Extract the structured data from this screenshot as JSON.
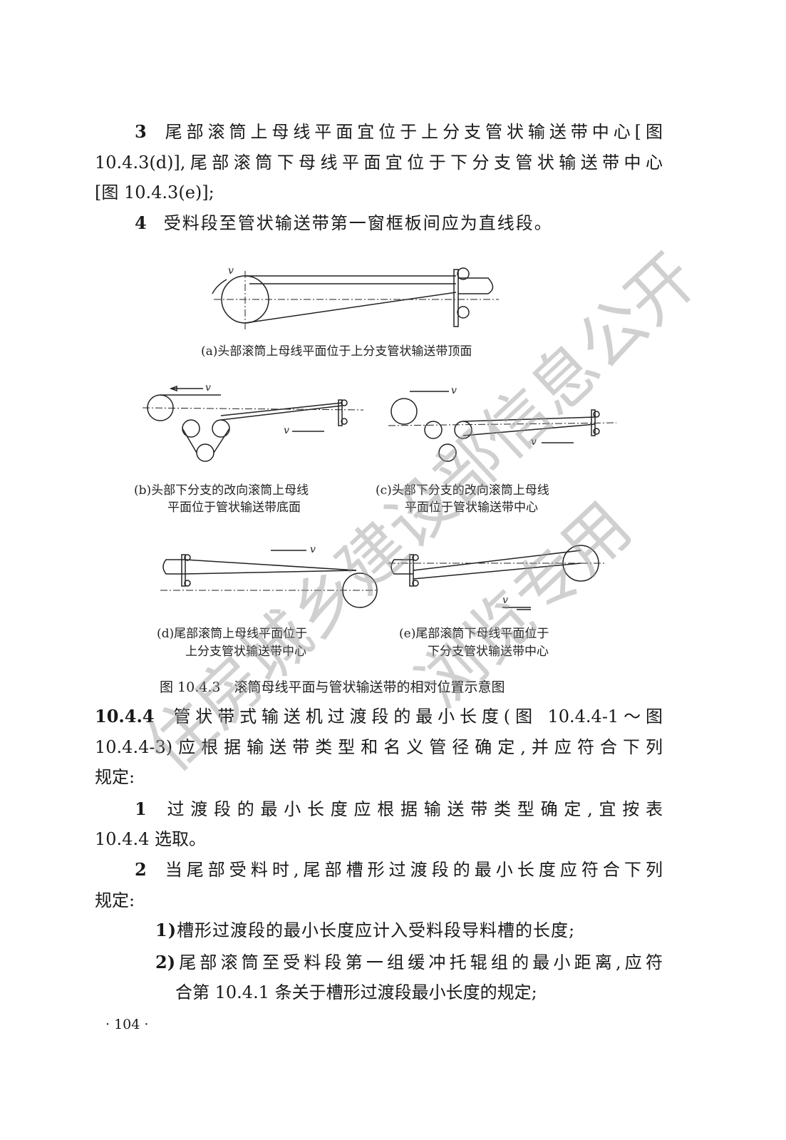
{
  "paragraphs": {
    "p3_num": "3",
    "p3_l1": "尾部滚筒上母线平面宜位于上分支管状输送带中心[图",
    "p3_l2": "10.4.3(d)],尾部滚筒下母线平面宜位于下分支管状输送带中心",
    "p3_l3": "[图 10.4.3(e)];",
    "p4_num": "4",
    "p4_l1": "受料段至管状输送带第一窗框板间应为直线段。",
    "s_num": "10.4.4",
    "s_l1": "管状带式输送机过渡段的最小长度(图 10.4.4-1～图",
    "s_l2": "10.4.4-3)应根据输送带类型和名义管径确定,并应符合下列",
    "s_l3": "规定:",
    "i1_num": "1",
    "i1_l1": "过渡段的最小长度应根据输送带类型确定,宜按表",
    "i1_l2": "10.4.4 选取。",
    "i2_num": "2",
    "i2_l1": "当尾部受料时,尾部槽形过渡段的最小长度应符合下列",
    "i2_l2": "规定:",
    "sub1_num": "1)",
    "sub1_l1": "槽形过渡段的最小长度应计入受料段导料槽的长度;",
    "sub2_num": "2)",
    "sub2_l1": "尾部滚筒至受料段第一组缓冲托辊组的最小距离,应符",
    "sub2_l2": "合第 10.4.1 条关于槽形过渡段最小长度的规定;"
  },
  "figure": {
    "velocity_label": "v",
    "cap_a": "(a)头部滚筒上母线平面位于上分支管状输送带顶面",
    "cap_b1": "(b)头部下分支的改向滚筒上母线",
    "cap_b2": "平面位于管状输送带底面",
    "cap_c1": "(c)头部下分支的改向滚筒上母线",
    "cap_c2": "平面位于管状输送带中心",
    "cap_d1": "(d)尾部滚筒上母线平面位于",
    "cap_d2": "上分支管状输送带中心",
    "cap_e1": "(e)尾部滚筒下母线平面位于",
    "cap_e2": "下分支管状输送带中心",
    "title": "图 10.4.3　滚筒母线平面与管状输送带的相对位置示意图"
  },
  "watermark": {
    "line1": "住房城乡建设部信息公开",
    "line2": "浏览专用"
  },
  "page_number": "· 104 ·"
}
